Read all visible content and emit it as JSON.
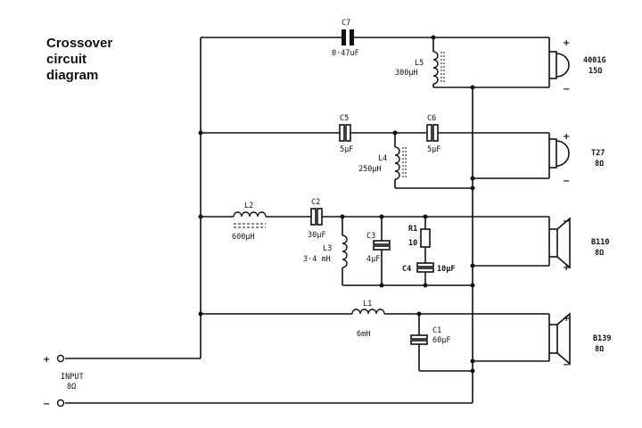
{
  "title": [
    "Crossover",
    "circuit",
    "diagram"
  ],
  "components": {
    "c7": {
      "ref": "C7",
      "value": "0·47uF"
    },
    "l5": {
      "ref": "L5",
      "value": "300μH"
    },
    "c5": {
      "ref": "C5",
      "value": "5μF"
    },
    "c6": {
      "ref": "C6",
      "value": "5μF"
    },
    "l4": {
      "ref": "L4",
      "value": "250μH"
    },
    "l2": {
      "ref": "L2",
      "value": "600μH"
    },
    "c2": {
      "ref": "C2",
      "value": "30μF"
    },
    "c3": {
      "ref": "C3",
      "value": "4μF"
    },
    "l3": {
      "ref": "L3",
      "value": "3·4 mH"
    },
    "r1": {
      "ref": "R1",
      "value": "10"
    },
    "c4": {
      "ref": "C4",
      "value": "10μF"
    },
    "l1": {
      "ref": "L1",
      "value": "6mH"
    },
    "c1": {
      "ref": "C1",
      "value": "60μF"
    }
  },
  "speakers": [
    {
      "model": "4001G",
      "impedance": "15Ω"
    },
    {
      "model": "T27",
      "impedance": "8Ω"
    },
    {
      "model": "B110",
      "impedance": "8Ω"
    },
    {
      "model": "B139",
      "impedance": "8Ω"
    }
  ],
  "input": {
    "label": "INPUT",
    "impedance": "8Ω",
    "plus": "+",
    "minus": "−"
  },
  "polarity": {
    "plus": "+",
    "minus": "−"
  }
}
